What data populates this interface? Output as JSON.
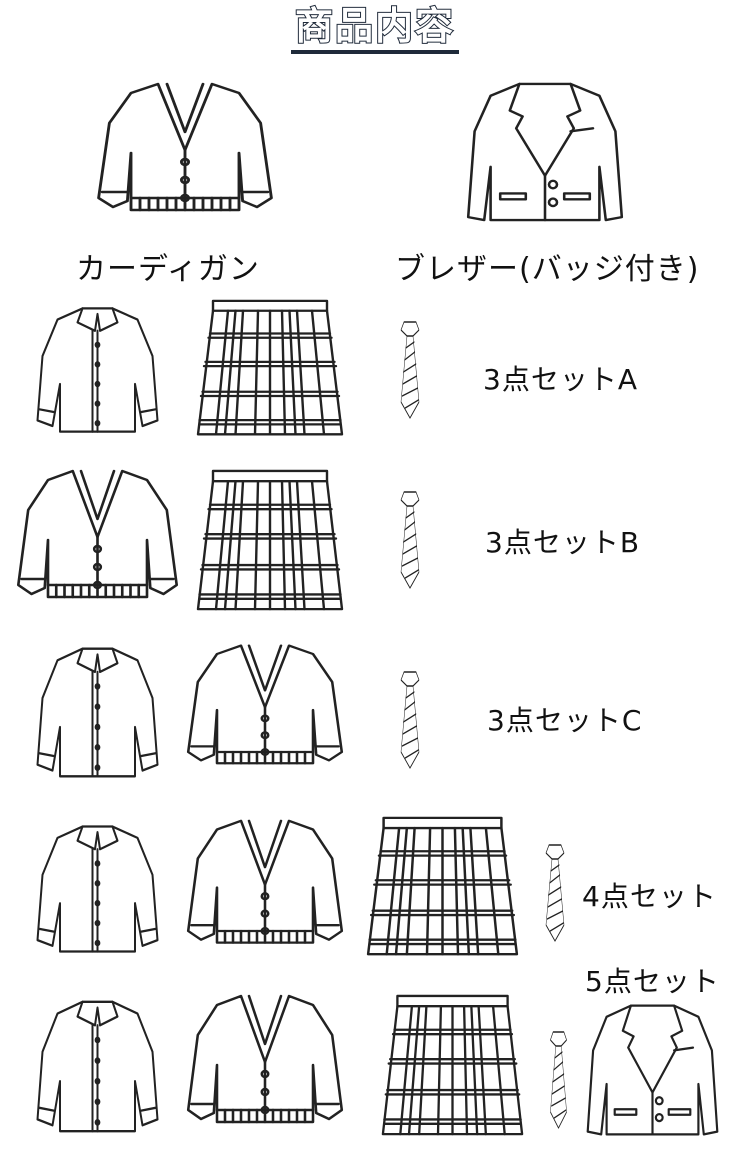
{
  "title": "商品内容",
  "top_items": [
    {
      "label": "カーディガン",
      "icon": "cardigan-icon"
    },
    {
      "label": "ブレザー(バッジ付き)",
      "icon": "blazer-icon"
    }
  ],
  "sets": [
    {
      "label": "3点セットA",
      "items": [
        "shirt-icon",
        "skirt-icon",
        "tie-icon"
      ]
    },
    {
      "label": "3点セットB",
      "items": [
        "cardigan-icon",
        "skirt-icon",
        "tie-icon"
      ]
    },
    {
      "label": "3点セットC",
      "items": [
        "shirt-icon",
        "cardigan-icon",
        "tie-icon"
      ]
    },
    {
      "label": "4点セット",
      "items": [
        "shirt-icon",
        "cardigan-icon",
        "skirt-icon",
        "tie-icon"
      ]
    },
    {
      "label": "5点セット",
      "items": [
        "shirt-icon",
        "cardigan-icon",
        "skirt-icon",
        "tie-icon",
        "blazer-icon"
      ]
    }
  ]
}
